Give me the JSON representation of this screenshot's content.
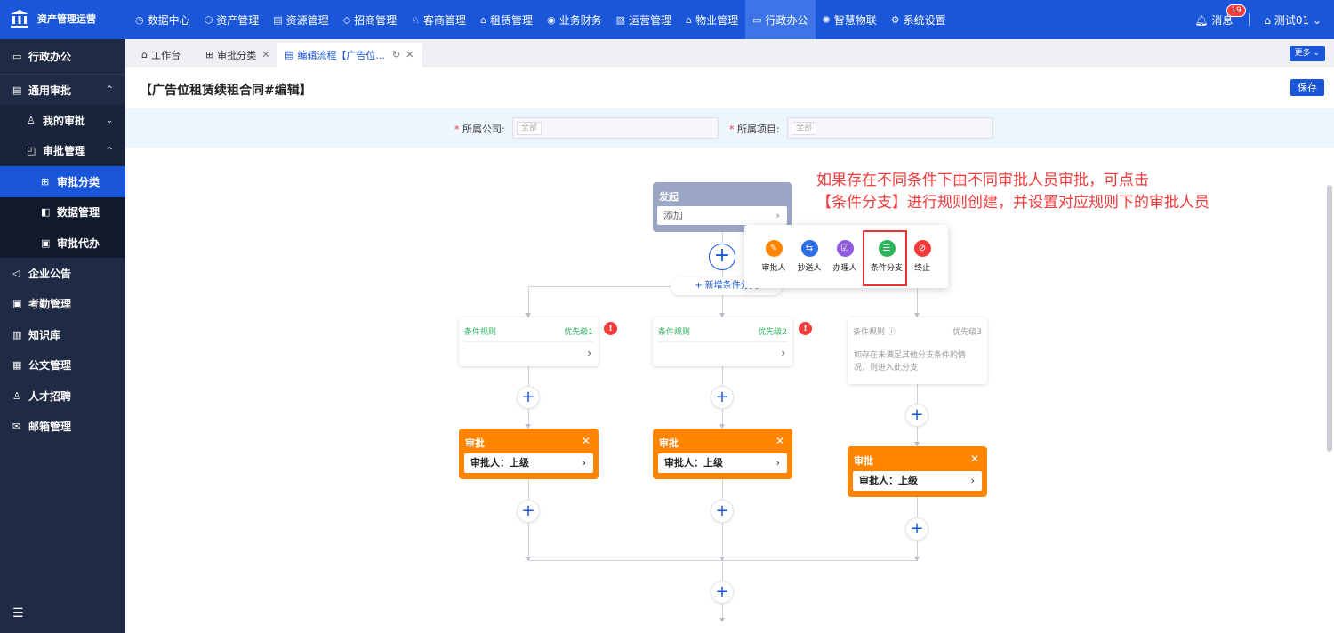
{
  "app": {
    "logo_text": "资产管理运营"
  },
  "nav": [
    {
      "label": "数据中心",
      "icon": "◷"
    },
    {
      "label": "资产管理",
      "icon": "⬡"
    },
    {
      "label": "资源管理",
      "icon": "▤"
    },
    {
      "label": "招商管理",
      "icon": "◇"
    },
    {
      "label": "客商管理",
      "icon": "♘"
    },
    {
      "label": "租赁管理",
      "icon": "⌂"
    },
    {
      "label": "业务财务",
      "icon": "◉"
    },
    {
      "label": "运营管理",
      "icon": "▧"
    },
    {
      "label": "物业管理",
      "icon": "⌂"
    },
    {
      "label": "行政办公",
      "icon": "▭"
    },
    {
      "label": "智慧物联",
      "icon": "✺"
    },
    {
      "label": "系统设置",
      "icon": "⚙"
    }
  ],
  "topright": {
    "messages_label": "消息",
    "messages_count": "19",
    "user": "测试01"
  },
  "sidebar": {
    "header": "行政办公",
    "items": [
      {
        "label": "通用审批"
      },
      {
        "label": "我的审批"
      },
      {
        "label": "审批管理"
      },
      {
        "label": "审批分类"
      },
      {
        "label": "数据管理"
      },
      {
        "label": "审批代办"
      },
      {
        "label": "企业公告"
      },
      {
        "label": "考勤管理"
      },
      {
        "label": "知识库"
      },
      {
        "label": "公文管理"
      },
      {
        "label": "人才招聘"
      },
      {
        "label": "邮箱管理"
      }
    ]
  },
  "tabs": [
    {
      "label": "工作台"
    },
    {
      "label": "审批分类"
    },
    {
      "label": "编辑流程【广告位..."
    }
  ],
  "more_label": "更多",
  "page": {
    "title": "【广告位租赁续租合同#编辑】",
    "save_label": "保存"
  },
  "filters": {
    "company_label": "所属公司:",
    "company_value": "全部",
    "project_label": "所属项目:",
    "project_value": "全部",
    "required_mark": "*"
  },
  "flow": {
    "launch_title": "发起",
    "launch_value": "添加",
    "add_condition": "+ 新增条件分支",
    "branches": [
      {
        "rule": "条件规则",
        "priority": "优先级1",
        "warn": true,
        "approve_title": "审批",
        "approver": "审批人：上级"
      },
      {
        "rule": "条件规则",
        "priority": "优先级2",
        "warn": true,
        "approve_title": "审批",
        "approver": "审批人：上级"
      },
      {
        "rule": "条件规则 ⓘ",
        "priority": "优先级3",
        "warn": false,
        "desc": "如存在未满足其他分支条件的情况，则进入此分支",
        "approve_title": "审批",
        "approver": "审批人：上级"
      }
    ]
  },
  "popup": [
    {
      "label": "审批人",
      "color": "#ff8400",
      "icon": "✎"
    },
    {
      "label": "抄送人",
      "color": "#2e6be6",
      "icon": "⇆"
    },
    {
      "label": "办理人",
      "color": "#8f5ce0",
      "icon": "☑"
    },
    {
      "label": "条件分支",
      "color": "#2db35c",
      "icon": "☰"
    },
    {
      "label": "终止",
      "color": "#f23c3c",
      "icon": "⊘"
    }
  ],
  "annotation": {
    "line1": "如果存在不同条件下由不同审批人员审批，可点击",
    "line2": "【条件分支】进行规则创建，并设置对应规则下的审批人员"
  },
  "colors": {
    "primary": "#1a56d9",
    "sidebar": "#1f2a44",
    "approval": "#ff8400",
    "condition": "#2db35c",
    "warning": "#f23c3c"
  }
}
